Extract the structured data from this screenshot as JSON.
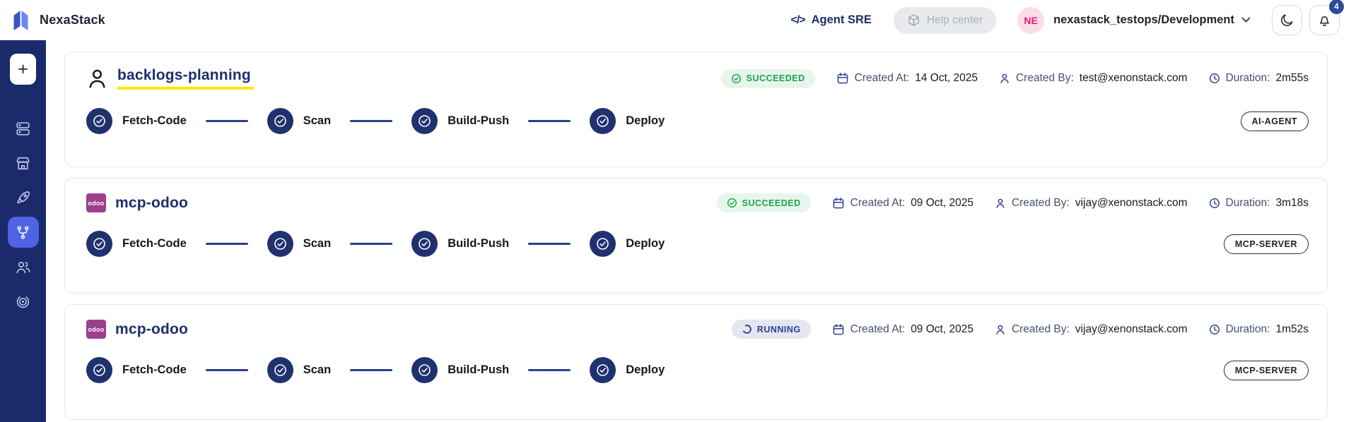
{
  "colors": {
    "sidebar_navy": "#1B2A6B",
    "active_item_blue": "#4F63E6",
    "title_navy": "#1C2F6E",
    "step_circle_navy": "#20316F",
    "succeeded_green": "#1CA24C",
    "succeeded_bg": "#E7F6EC",
    "running_blue": "#2B3E8F",
    "running_bg": "#E4E7F1",
    "highlight_yellow": "#FFE600",
    "odoo_magenta": "#9C3F8D",
    "avatar_pink_bg": "#FBDCE8",
    "avatar_pink_text": "#E51D74",
    "notification_badge_blue": "#2B4A9B"
  },
  "header": {
    "brand": "NexaStack",
    "code_glyph": "</>",
    "agent_sre": "Agent SRE",
    "help_center": "Help center",
    "avatar_initials": "NE",
    "workspace": "nexastack_testops/Development",
    "notification_count": "4"
  },
  "sidebar": {
    "plus_glyph": "+",
    "icons": [
      "plus",
      "servers",
      "storefront",
      "rocket",
      "git-branch",
      "users",
      "radar"
    ],
    "active_icon": "git-branch"
  },
  "cards": [
    {
      "title": "backlogs-planning",
      "icon": "person",
      "status": "SUCCEEDED",
      "status_kind": "succeeded",
      "created_at_label": "Created At:",
      "created_at": "14 Oct, 2025",
      "created_by_label": "Created By:",
      "created_by": "test@xenonstack.com",
      "duration_label": "Duration:",
      "duration": "2m55s",
      "tag": "AI-AGENT",
      "steps": [
        "Fetch-Code",
        "Scan",
        "Build-Push",
        "Deploy"
      ]
    },
    {
      "title": "mcp-odoo",
      "icon": "odoo-logo",
      "logo_text": "odoo",
      "status": "SUCCEEDED",
      "status_kind": "succeeded",
      "created_at_label": "Created At:",
      "created_at": "09 Oct, 2025",
      "created_by_label": "Created By:",
      "created_by": "vijay@xenonstack.com",
      "duration_label": "Duration:",
      "duration": "3m18s",
      "tag": "MCP-SERVER",
      "steps": [
        "Fetch-Code",
        "Scan",
        "Build-Push",
        "Deploy"
      ]
    },
    {
      "title": "mcp-odoo",
      "icon": "odoo-logo",
      "logo_text": "odoo",
      "status": "RUNNING",
      "status_kind": "running",
      "created_at_label": "Created At:",
      "created_at": "09 Oct, 2025",
      "created_by_label": "Created By:",
      "created_by": "vijay@xenonstack.com",
      "duration_label": "Duration:",
      "duration": "1m52s",
      "tag": "MCP-SERVER",
      "steps": [
        "Fetch-Code",
        "Scan",
        "Build-Push",
        "Deploy"
      ]
    }
  ]
}
